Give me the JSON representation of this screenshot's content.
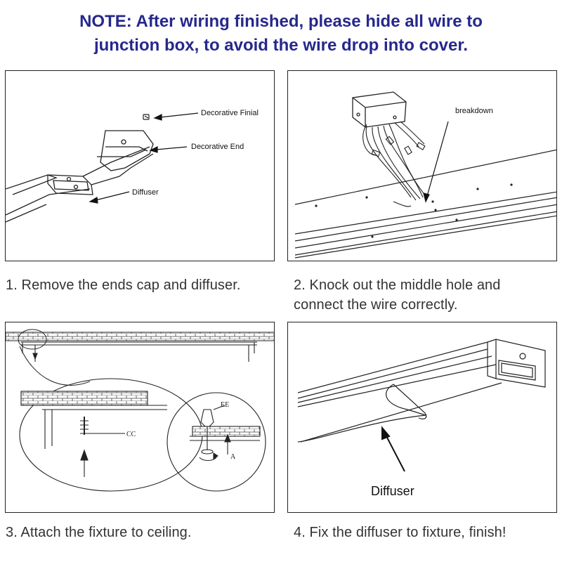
{
  "note": {
    "line1": "NOTE:  After wiring finished, please hide all wire to",
    "line2": "junction box, to avoid the wire drop into cover."
  },
  "step1": {
    "caption": "1. Remove the ends cap and diffuser.",
    "labels": {
      "finial": "Decorative Finial",
      "end": "Decorative End",
      "diffuser": "Diffuser"
    }
  },
  "step2": {
    "caption_line1": "2. Knock out the middle hole and",
    "caption_line2": "connect the wire correctly.",
    "labels": {
      "breakdown": "breakdown"
    }
  },
  "step3": {
    "caption": "3. Attach the fixture to ceiling.",
    "labels": {
      "cc": "CC",
      "ee": "EE",
      "a": "A"
    }
  },
  "step4": {
    "caption": "4. Fix the diffuser to fixture, finish!",
    "labels": {
      "diffuser": "Diffuser"
    }
  },
  "colors": {
    "note_text": "#26288c",
    "caption_text": "#333333",
    "line_art": "#222222"
  }
}
